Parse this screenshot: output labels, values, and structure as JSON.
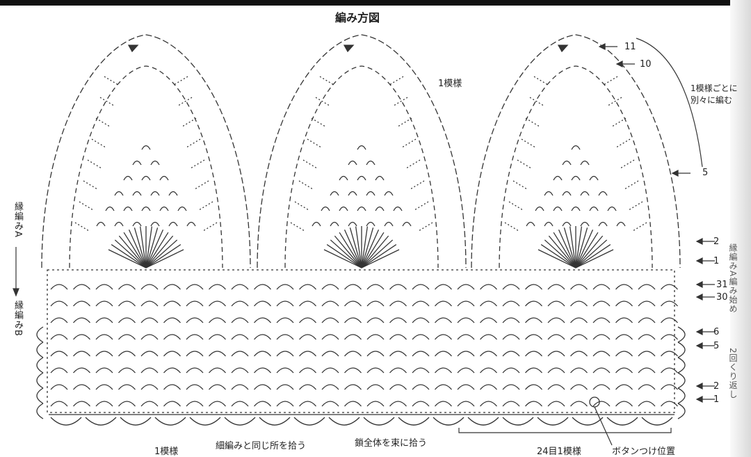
{
  "title": "編み方図",
  "labels": {
    "one_pattern_top": "1模様",
    "per_pattern_note_1": "1模様ごとに",
    "per_pattern_note_2": "別々に編む",
    "one_pattern_bottom": "1模様",
    "same_place": "細編みと同じ所を拾う",
    "chain_bundle": "鎖全体を束に拾う",
    "stitches_per_pattern": "24目1模様",
    "button_position": "ボタンつけ位置",
    "edge_a": "縁編みA",
    "edge_b": "縁編みB",
    "right_vertical_1": "縁編みA編み始め",
    "right_vertical_2": "2回くり返し"
  },
  "row_numbers": {
    "r11": "11",
    "r10": "10",
    "r5a": "5",
    "r2a": "2",
    "r1a": "1",
    "r31": "31",
    "r30": "30",
    "r6": "6",
    "r5b": "5",
    "r2b": "2",
    "r1b": "1"
  },
  "colors": {
    "ink": "#333333",
    "background": "#ffffff"
  }
}
